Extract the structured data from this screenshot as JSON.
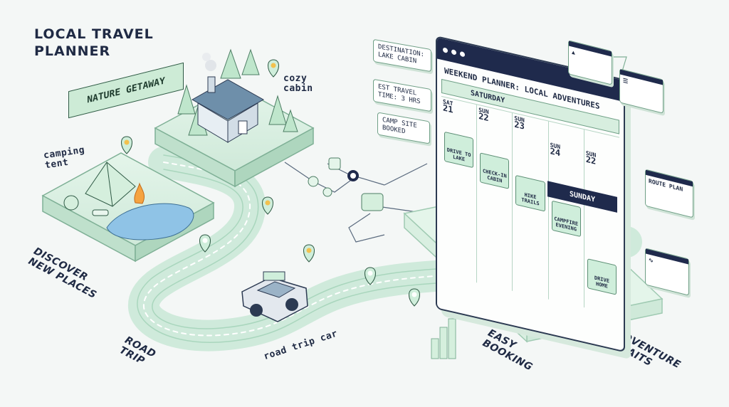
{
  "title": "LOCAL TRAVEL PLANNER",
  "banner": "NATURE GETAWAY",
  "labels": {
    "cozy_cabin": "cozy cabin",
    "camping_tent": "camping tent",
    "discover": "DISCOVER NEW PLACES",
    "road_trip": "ROAD TRIP",
    "road_trip_car": "road trip car",
    "easy_booking": "EASY BOOKING",
    "adventure": "ADVENTURE AWAITS"
  },
  "notes": {
    "destination": "DESTINATION: LAKE CABIN",
    "travel_time": "EST TRAVEL TIME: 3 HRS",
    "camp_site": "CAMP SITE BOOKED"
  },
  "planner": {
    "title": "WEEKEND PLANNER: LOCAL ADVENTURES",
    "saturday": "SATURDAY",
    "sunday": "SUNDAY",
    "columns": [
      {
        "day": "SAT",
        "date": "21",
        "event": "DRIVE TO LAKE"
      },
      {
        "day": "SUN",
        "date": "22",
        "event": "CHECK-IN CABIN"
      },
      {
        "day": "SUN",
        "date": "23",
        "event": "HIKE TRAILS"
      },
      {
        "day": "SUN",
        "date": "24",
        "event": "CAMPFIRE EVENING"
      },
      {
        "day": "SUN",
        "date": "22",
        "event": "DRIVE HOME"
      }
    ]
  },
  "side_panels": {
    "route_plan": "ROUTE PLAN"
  },
  "colors": {
    "navy": "#1f2a4c",
    "mint": "#cfeedb",
    "green_line": "#5c8e74",
    "lake": "#8fc3e6"
  }
}
